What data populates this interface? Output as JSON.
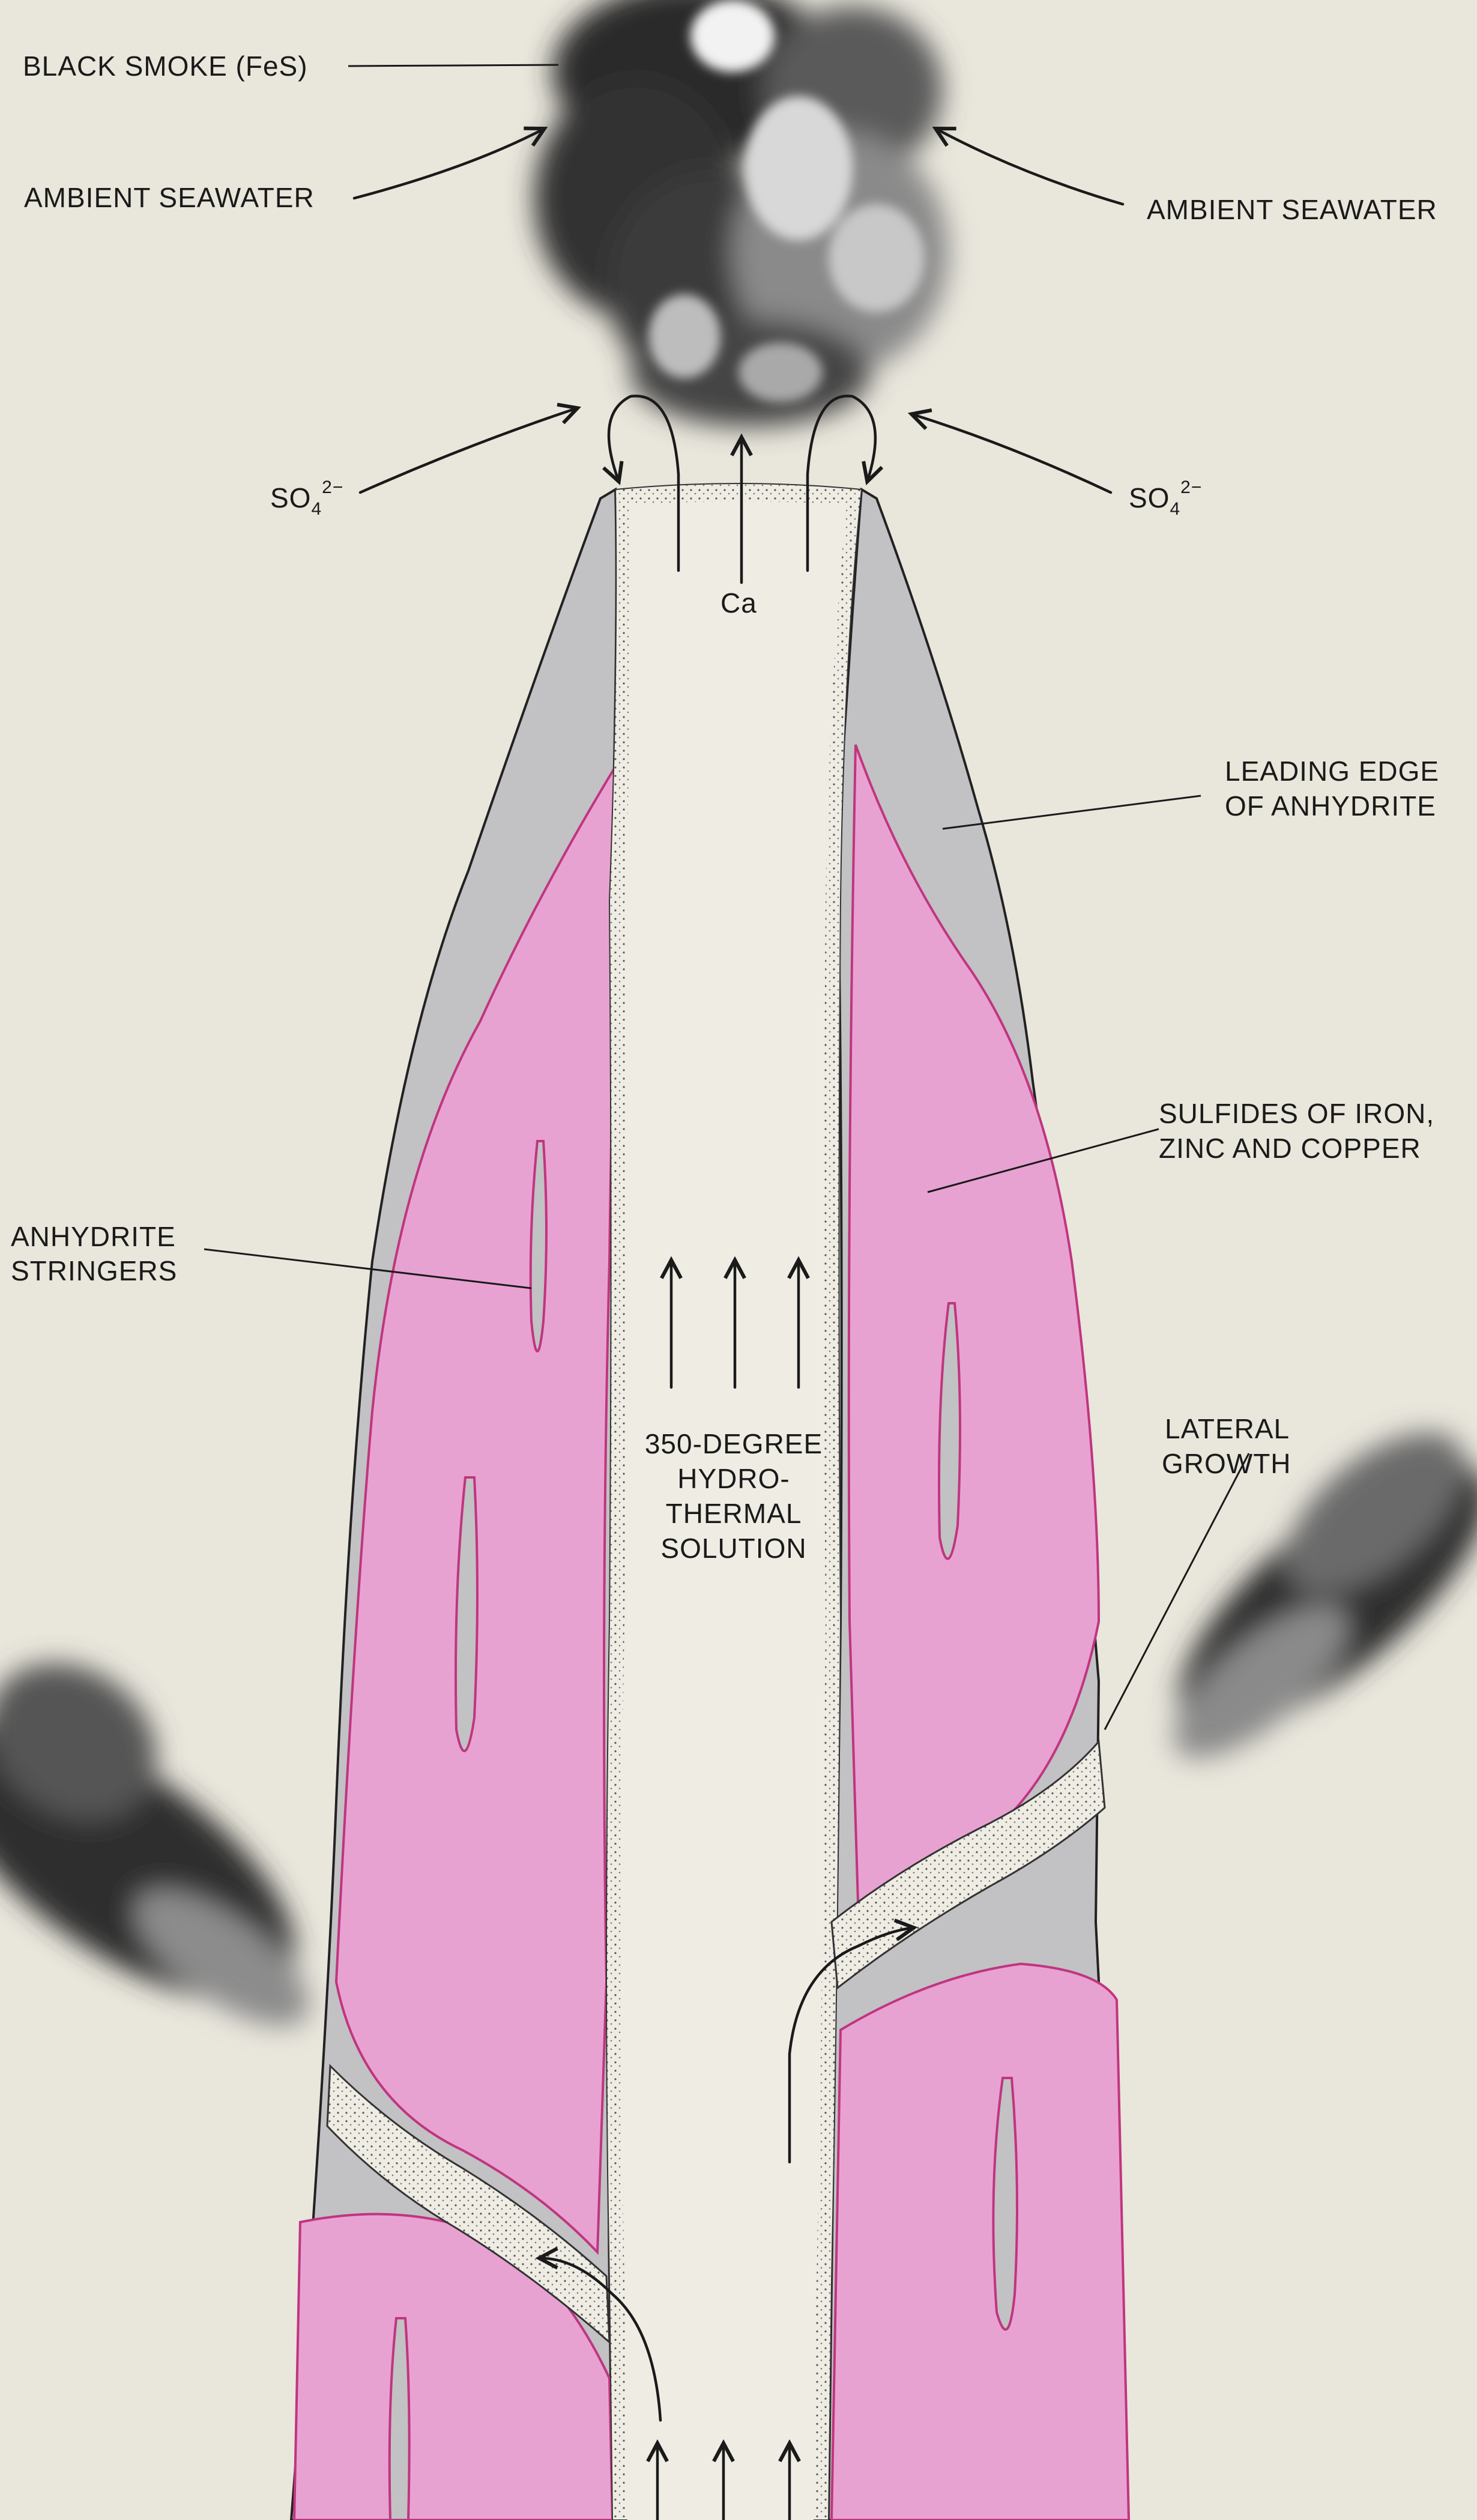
{
  "labels": {
    "black_smoke": "BLACK SMOKE (FeS)",
    "ambient_left": "AMBIENT SEAWATER",
    "ambient_right": "AMBIENT SEAWATER",
    "so4_left": "SO",
    "so4_right": "SO",
    "so4_sub": "4",
    "so4_sup": "2−",
    "ca": "Ca",
    "leading_edge_1": "LEADING EDGE",
    "leading_edge_2": "OF ANHYDRITE",
    "sulfides_1": "SULFIDES OF IRON,",
    "sulfides_2": "ZINC AND COPPER",
    "stringers_1": "ANHYDRITE",
    "stringers_2": "STRINGERS",
    "lateral_1": "LATERAL",
    "lateral_2": "GROWTH",
    "solution_1": "350-DEGREE",
    "solution_2": "HYDRO-",
    "solution_3": "THERMAL",
    "solution_4": "SOLUTION"
  },
  "colors": {
    "background": "#e9e6dc",
    "anhydrite_gray": "#c2c1c4",
    "sulfide_pink": "#e8a2d2",
    "sulfide_edge": "#c0357f",
    "channel": "#efece4",
    "smoke_dark": "#2b2b2b",
    "smoke_light": "#9a9a9a"
  }
}
